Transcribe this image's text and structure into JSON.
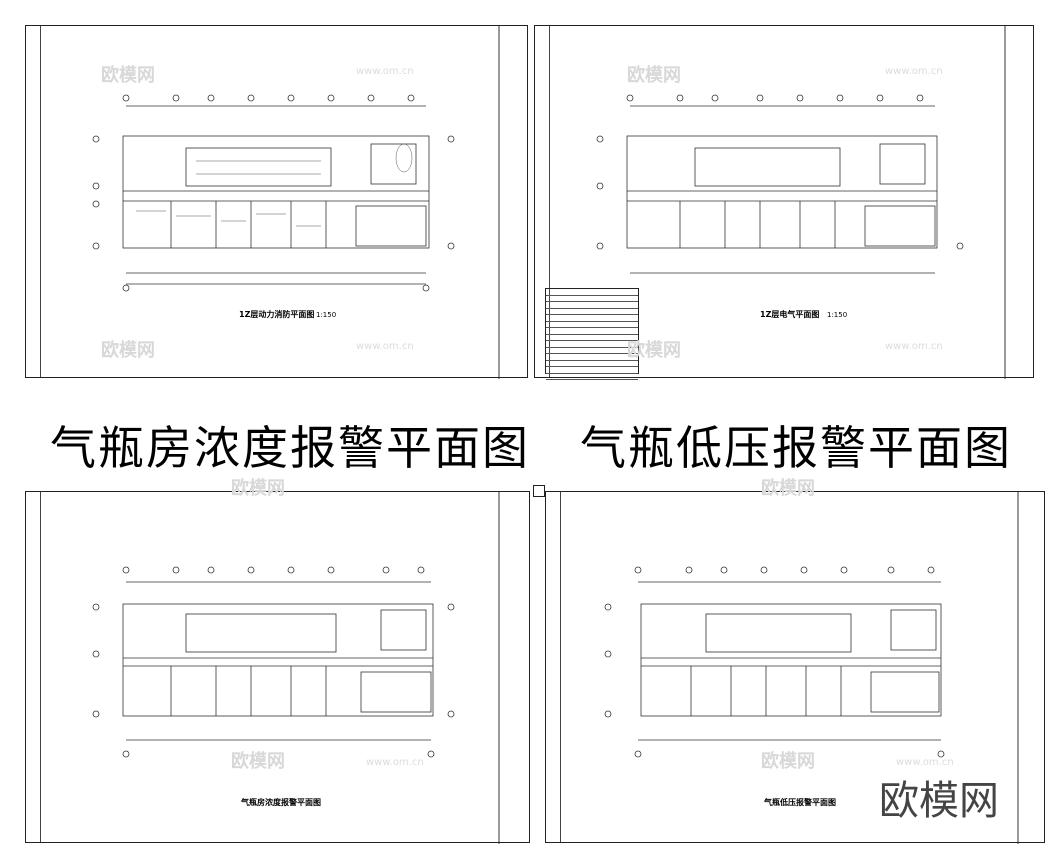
{
  "headings": {
    "left": "气瓶房浓度报警平面图",
    "right": "气瓶低压报警平面图"
  },
  "sheets": [
    {
      "title": "1Z层动力消防平面图",
      "scale": "1:150"
    },
    {
      "title": "1Z层电气平面图",
      "scale": "1:150"
    },
    {
      "title": "气瓶房浓度报警平面图"
    },
    {
      "title": "气瓶低压报警平面图"
    }
  ],
  "watermark": {
    "brand": "欧模网",
    "url": "www.om.cn"
  }
}
